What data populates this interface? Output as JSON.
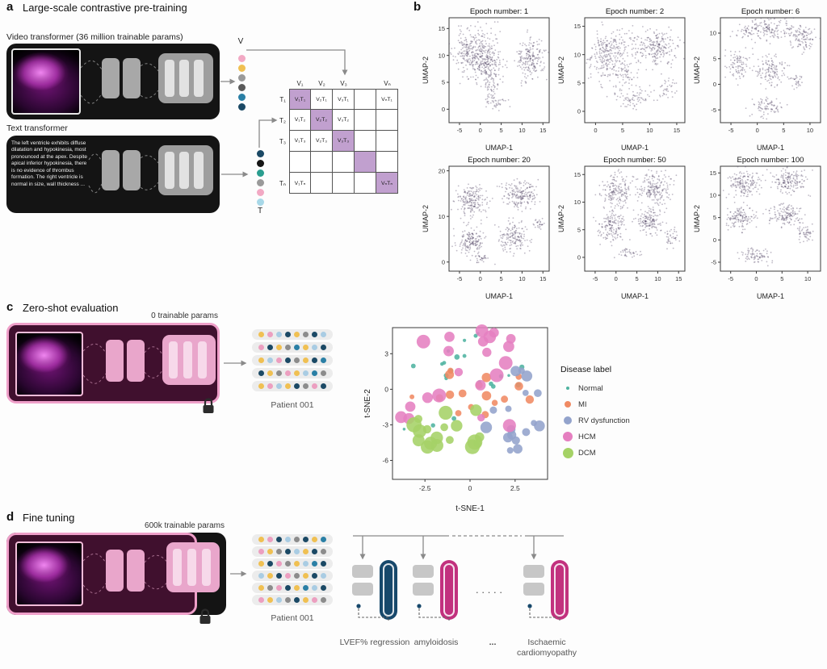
{
  "figure": {
    "panel_a": {
      "label": "a",
      "title": "Large-scale contrastive pre-training",
      "video_transformer_label": "Video transformer (36 million trainable params)",
      "text_transformer_label": "Text transformer",
      "report_text": "The left ventricle exhibits diffuse dilatation and hypokinesia, most pronounced at the apex. Despite apical inferior hypokinesia, there is no evidence of thrombus formation. The right ventricle is normal in size, wall thickness ...",
      "video_embedding_axis": "V",
      "text_embedding_axis": "T",
      "video_embedding_dots": [
        "#f2a9c4",
        "#f0c052",
        "#9a9a9a",
        "#5a5a5a",
        "#2a7fa5",
        "#1b4965"
      ],
      "text_embedding_dots": [
        "#1b4965",
        "#151515",
        "#2a9d8f",
        "#9a9a9a",
        "#f2a9c4",
        "#a8d8e8"
      ],
      "matrix": {
        "col_headers": [
          "V₁",
          "V₂",
          "V₃",
          "",
          "Vₙ"
        ],
        "row_headers": [
          "T₁",
          "T₂",
          "T₃",
          "",
          "Tₙ"
        ],
        "cells": [
          [
            "V₁T₁",
            "V₂T₁",
            "V₃T₁",
            "",
            "VₙT₁"
          ],
          [
            "V₁T₂",
            "V₂T₂",
            "V₃T₂",
            "",
            ""
          ],
          [
            "V₁T₃",
            "V₂T₃",
            "V₃T₃",
            "",
            ""
          ],
          [
            "",
            "",
            "",
            "",
            ""
          ],
          [
            "V₁Tₙ",
            "",
            "",
            "",
            "VₙTₙ"
          ]
        ],
        "highlight_color": "#c1a0cf"
      }
    },
    "panel_b": {
      "label": "b"
    },
    "panel_c": {
      "label": "c",
      "title": "Zero-shot evaluation",
      "params_label": "0 trainable params",
      "patient_label": "Patient 001",
      "embedding_rows": [
        [
          "#f0c052",
          "#ec9fc0",
          "#a9cce3",
          "#1b4965",
          "#f0c052",
          "#8c8c8c",
          "#1b4965",
          "#a9cce3"
        ],
        [
          "#ec9fc0",
          "#1b4965",
          "#f0c052",
          "#8c8c8c",
          "#2a7fa5",
          "#f0c052",
          "#a9cce3",
          "#1b4965"
        ],
        [
          "#f0c052",
          "#a9cce3",
          "#ec9fc0",
          "#1b4965",
          "#8c8c8c",
          "#f0c052",
          "#1b4965",
          "#2a7fa5"
        ],
        [
          "#1b4965",
          "#f0c052",
          "#8c8c8c",
          "#ec9fc0",
          "#f0c052",
          "#a9cce3",
          "#2a7fa5",
          "#8c8c8c"
        ],
        [
          "#f0c052",
          "#ec9fc0",
          "#a9cce3",
          "#f0c052",
          "#1b4965",
          "#8c8c8c",
          "#ec9fc0",
          "#1b4965"
        ]
      ]
    },
    "panel_d": {
      "label": "d",
      "title": "Fine tuning",
      "params_label": "600k trainable params",
      "patient_label": "Patient 001",
      "embedding_rows": [
        [
          "#f0c052",
          "#ec9fc0",
          "#1b4965",
          "#a9cce3",
          "#8c8c8c",
          "#1b4965",
          "#f0c052",
          "#2a7fa5"
        ],
        [
          "#ec9fc0",
          "#f0c052",
          "#8c8c8c",
          "#1b4965",
          "#a9cce3",
          "#f0c052",
          "#1b4965",
          "#8c8c8c"
        ],
        [
          "#f0c052",
          "#1b4965",
          "#ec9fc0",
          "#8c8c8c",
          "#f0c052",
          "#a9cce3",
          "#2a7fa5",
          "#1b4965"
        ],
        [
          "#a9cce3",
          "#f0c052",
          "#1b4965",
          "#ec9fc0",
          "#8c8c8c",
          "#f0c052",
          "#1b4965",
          "#a9cce3"
        ],
        [
          "#f0c052",
          "#8c8c8c",
          "#ec9fc0",
          "#1b4965",
          "#f0c052",
          "#2a7fa5",
          "#a9cce3",
          "#1b4965"
        ],
        [
          "#ec9fc0",
          "#f0c052",
          "#a9cce3",
          "#8c8c8c",
          "#1b4965",
          "#f0c052",
          "#ec9fc0",
          "#8c8c8c"
        ]
      ],
      "task_labels": [
        "LVEF% regression",
        "amyloidosis",
        "Ischaemic cardiomyopathy"
      ],
      "task_modules": [
        {
          "capsule_color": "#17486b"
        },
        {
          "capsule_color": "#c2317e"
        },
        {
          "capsule_color": "#c2317e"
        }
      ],
      "mid_ellipsis": "·····",
      "caption_ellipsis": "..."
    }
  },
  "chart_data": [
    {
      "type": "scatter",
      "title": "Epoch number: 1",
      "xlabel": "UMAP-1",
      "ylabel": "UMAP-2",
      "xlim": [
        -7.5,
        16.5
      ],
      "ylim": [
        -2.5,
        17
      ],
      "xticks": [
        -5,
        0,
        5,
        10,
        15
      ],
      "yticks": [
        0,
        5,
        10,
        15
      ],
      "point_color": "#584a68",
      "clusters": [
        {
          "x": -1.5,
          "y": 10.5,
          "sx": 2.4,
          "sy": 2.2,
          "n": 320
        },
        {
          "x": 1.8,
          "y": 8.5,
          "sx": 1.8,
          "sy": 1.6,
          "n": 150
        },
        {
          "x": 12,
          "y": 9.5,
          "sx": 1.7,
          "sy": 2.0,
          "n": 200
        },
        {
          "x": 2.5,
          "y": 4,
          "sx": 0.9,
          "sy": 1.5,
          "n": 55
        },
        {
          "x": 4.5,
          "y": 1.2,
          "sx": 1.0,
          "sy": 0.6,
          "n": 30
        }
      ]
    },
    {
      "type": "scatter",
      "title": "Epoch number: 2",
      "xlabel": "UMAP-1",
      "ylabel": "UMAP-2",
      "xlim": [
        -2,
        16.5
      ],
      "ylim": [
        -2,
        16.5
      ],
      "xticks": [
        0,
        5,
        10,
        15
      ],
      "yticks": [
        0,
        5,
        10,
        15
      ],
      "point_color": "#584a68",
      "clusters": [
        {
          "x": 2.5,
          "y": 10,
          "sx": 2.0,
          "sy": 2.2,
          "n": 280
        },
        {
          "x": 11,
          "y": 11.5,
          "sx": 2.2,
          "sy": 1.6,
          "n": 240
        },
        {
          "x": 8,
          "y": 2.2,
          "sx": 2.6,
          "sy": 0.9,
          "n": 80
        },
        {
          "x": 13.5,
          "y": 4.5,
          "sx": 0.8,
          "sy": 0.8,
          "n": 30
        },
        {
          "x": 5.5,
          "y": 6,
          "sx": 1.0,
          "sy": 1.0,
          "n": 40
        }
      ]
    },
    {
      "type": "scatter",
      "title": "Epoch number: 6",
      "xlabel": "UMAP-1",
      "ylabel": "UMAP-2",
      "xlim": [
        -7,
        12
      ],
      "ylim": [
        -7.5,
        13
      ],
      "xticks": [
        -5,
        0,
        5,
        10
      ],
      "yticks": [
        -5,
        0,
        5,
        10
      ],
      "point_color": "#584a68",
      "clusters": [
        {
          "x": 2,
          "y": 10.8,
          "sx": 3.2,
          "sy": 1.1,
          "n": 200
        },
        {
          "x": 8.8,
          "y": 8.8,
          "sx": 1.2,
          "sy": 1.2,
          "n": 90
        },
        {
          "x": -3.5,
          "y": 3.5,
          "sx": 1.0,
          "sy": 1.4,
          "n": 90
        },
        {
          "x": 2.5,
          "y": 2.5,
          "sx": 1.6,
          "sy": 1.3,
          "n": 130
        },
        {
          "x": 2,
          "y": -4.5,
          "sx": 1.6,
          "sy": 0.9,
          "n": 80
        },
        {
          "x": 7.5,
          "y": 0.5,
          "sx": 0.8,
          "sy": 0.8,
          "n": 30
        }
      ]
    },
    {
      "type": "scatter",
      "title": "Epoch number: 20",
      "xlabel": "UMAP-1",
      "ylabel": "UMAP-2",
      "xlim": [
        -7.5,
        16.5
      ],
      "ylim": [
        -2,
        21
      ],
      "xticks": [
        -5,
        0,
        5,
        10,
        15
      ],
      "yticks": [
        0,
        10,
        20
      ],
      "point_color": "#584a68",
      "clusters": [
        {
          "x": -2,
          "y": 13.5,
          "sx": 1.9,
          "sy": 1.7,
          "n": 190
        },
        {
          "x": 9.5,
          "y": 15,
          "sx": 2.1,
          "sy": 1.5,
          "n": 190
        },
        {
          "x": -2.5,
          "y": 4.5,
          "sx": 1.7,
          "sy": 1.6,
          "n": 160
        },
        {
          "x": 8,
          "y": 5.5,
          "sx": 1.9,
          "sy": 1.6,
          "n": 160
        },
        {
          "x": 14,
          "y": 8,
          "sx": 0.7,
          "sy": 0.7,
          "n": 25
        },
        {
          "x": 0.5,
          "y": 0.8,
          "sx": 1.2,
          "sy": 0.5,
          "n": 30
        }
      ]
    },
    {
      "type": "scatter",
      "title": "Epoch number: 50",
      "xlabel": "UMAP-1",
      "ylabel": "UMAP-2",
      "xlim": [
        -7.5,
        16.5
      ],
      "ylim": [
        -2.5,
        16.5
      ],
      "xticks": [
        -5,
        0,
        5,
        10,
        15
      ],
      "yticks": [
        0,
        5,
        10,
        15
      ],
      "point_color": "#584a68",
      "clusters": [
        {
          "x": 0,
          "y": 12,
          "sx": 2.0,
          "sy": 1.5,
          "n": 180
        },
        {
          "x": 9.5,
          "y": 12.5,
          "sx": 1.9,
          "sy": 1.4,
          "n": 180
        },
        {
          "x": -1,
          "y": 5.5,
          "sx": 1.7,
          "sy": 1.4,
          "n": 150
        },
        {
          "x": 8,
          "y": 6.5,
          "sx": 1.7,
          "sy": 1.3,
          "n": 150
        },
        {
          "x": 13.5,
          "y": 3.5,
          "sx": 0.8,
          "sy": 0.9,
          "n": 35
        },
        {
          "x": 3,
          "y": 0.8,
          "sx": 1.3,
          "sy": 0.5,
          "n": 35
        }
      ]
    },
    {
      "type": "scatter",
      "title": "Epoch number: 100",
      "xlabel": "UMAP-1",
      "ylabel": "UMAP-2",
      "xlim": [
        -7,
        12.5
      ],
      "ylim": [
        -7,
        16.5
      ],
      "xticks": [
        -5,
        0,
        5,
        10
      ],
      "yticks": [
        -5,
        0,
        5,
        10,
        15
      ],
      "point_color": "#584a68",
      "clusters": [
        {
          "x": -2,
          "y": 12.5,
          "sx": 1.7,
          "sy": 1.5,
          "n": 160
        },
        {
          "x": 6.5,
          "y": 13,
          "sx": 1.7,
          "sy": 1.3,
          "n": 160
        },
        {
          "x": -3,
          "y": 5,
          "sx": 1.4,
          "sy": 1.3,
          "n": 130
        },
        {
          "x": 5.5,
          "y": 5.5,
          "sx": 1.6,
          "sy": 1.3,
          "n": 140
        },
        {
          "x": 9.5,
          "y": 1.5,
          "sx": 0.9,
          "sy": 0.9,
          "n": 50
        },
        {
          "x": 0,
          "y": -3.5,
          "sx": 1.4,
          "sy": 1.0,
          "n": 80
        }
      ]
    },
    {
      "type": "scatter",
      "title": "",
      "xlabel": "t-SNE-1",
      "ylabel": "t-SNE-2",
      "xlim": [
        -4.3,
        4.3
      ],
      "ylim": [
        -7.6,
        5.2
      ],
      "xticks": [
        -2.5,
        0,
        2.5
      ],
      "yticks": [
        3,
        0,
        -3,
        -6
      ],
      "legend_title": "Disease label",
      "series": [
        {
          "name": "Normal",
          "color": "#4fb3a0",
          "size": 2.4,
          "clusters": [
            {
              "x": -0.5,
              "y": 1.8,
              "sx": 1.5,
              "sy": 1.2,
              "n": 10
            },
            {
              "x": 1.5,
              "y": 0.5,
              "sx": 1.2,
              "sy": 1.5,
              "n": 6
            },
            {
              "x": -2.2,
              "y": -2.5,
              "sx": 0.6,
              "sy": 0.8,
              "n": 3
            },
            {
              "x": 0.5,
              "y": 4.3,
              "sx": 0.8,
              "sy": 0.4,
              "n": 3
            }
          ]
        },
        {
          "name": "MI",
          "color": "#f08a63",
          "size": 4.2,
          "clusters": [
            {
              "x": 0.2,
              "y": 0.2,
              "sx": 1.2,
              "sy": 0.9,
              "n": 9
            },
            {
              "x": -0.8,
              "y": -1.2,
              "sx": 0.8,
              "sy": 0.6,
              "n": 4
            },
            {
              "x": 2.8,
              "y": 0.8,
              "sx": 0.6,
              "sy": 0.8,
              "n": 3
            },
            {
              "x": -3.2,
              "y": -0.5,
              "sx": 0.3,
              "sy": 0.3,
              "n": 1
            }
          ]
        },
        {
          "name": "RV dysfunction",
          "color": "#93a3cc",
          "size": 5.2,
          "clusters": [
            {
              "x": 2.7,
              "y": -3.8,
              "sx": 0.9,
              "sy": 0.8,
              "n": 9
            },
            {
              "x": 2.2,
              "y": 0.9,
              "sx": 0.7,
              "sy": 0.5,
              "n": 3
            },
            {
              "x": 0.8,
              "y": -2.2,
              "sx": 0.8,
              "sy": 0.5,
              "n": 3
            },
            {
              "x": 3.4,
              "y": -1.2,
              "sx": 0.4,
              "sy": 0.6,
              "n": 2
            }
          ]
        },
        {
          "name": "HCM",
          "color": "#e57fc0",
          "size": 6.2,
          "clusters": [
            {
              "x": 0.2,
              "y": 3.9,
              "sx": 1.2,
              "sy": 0.7,
              "n": 10
            },
            {
              "x": -3.3,
              "y": -0.8,
              "sx": 0.5,
              "sy": 1.0,
              "n": 4
            },
            {
              "x": -1.5,
              "y": 0.5,
              "sx": 0.8,
              "sy": 0.8,
              "n": 3
            },
            {
              "x": 2.3,
              "y": 2.2,
              "sx": 0.5,
              "sy": 0.5,
              "n": 2
            },
            {
              "x": 1.2,
              "y": -3.2,
              "sx": 0.5,
              "sy": 0.4,
              "n": 2
            }
          ]
        },
        {
          "name": "DCM",
          "color": "#a5d266",
          "size": 6.8,
          "clusters": [
            {
              "x": -1.3,
              "y": -4.3,
              "sx": 1.2,
              "sy": 0.8,
              "n": 10
            },
            {
              "x": -2.6,
              "y": -3.2,
              "sx": 0.7,
              "sy": 0.6,
              "n": 4
            },
            {
              "x": 0.8,
              "y": -4.8,
              "sx": 0.6,
              "sy": 0.4,
              "n": 2
            },
            {
              "x": -0.5,
              "y": -2.3,
              "sx": 0.5,
              "sy": 0.4,
              "n": 2
            }
          ]
        }
      ]
    }
  ]
}
